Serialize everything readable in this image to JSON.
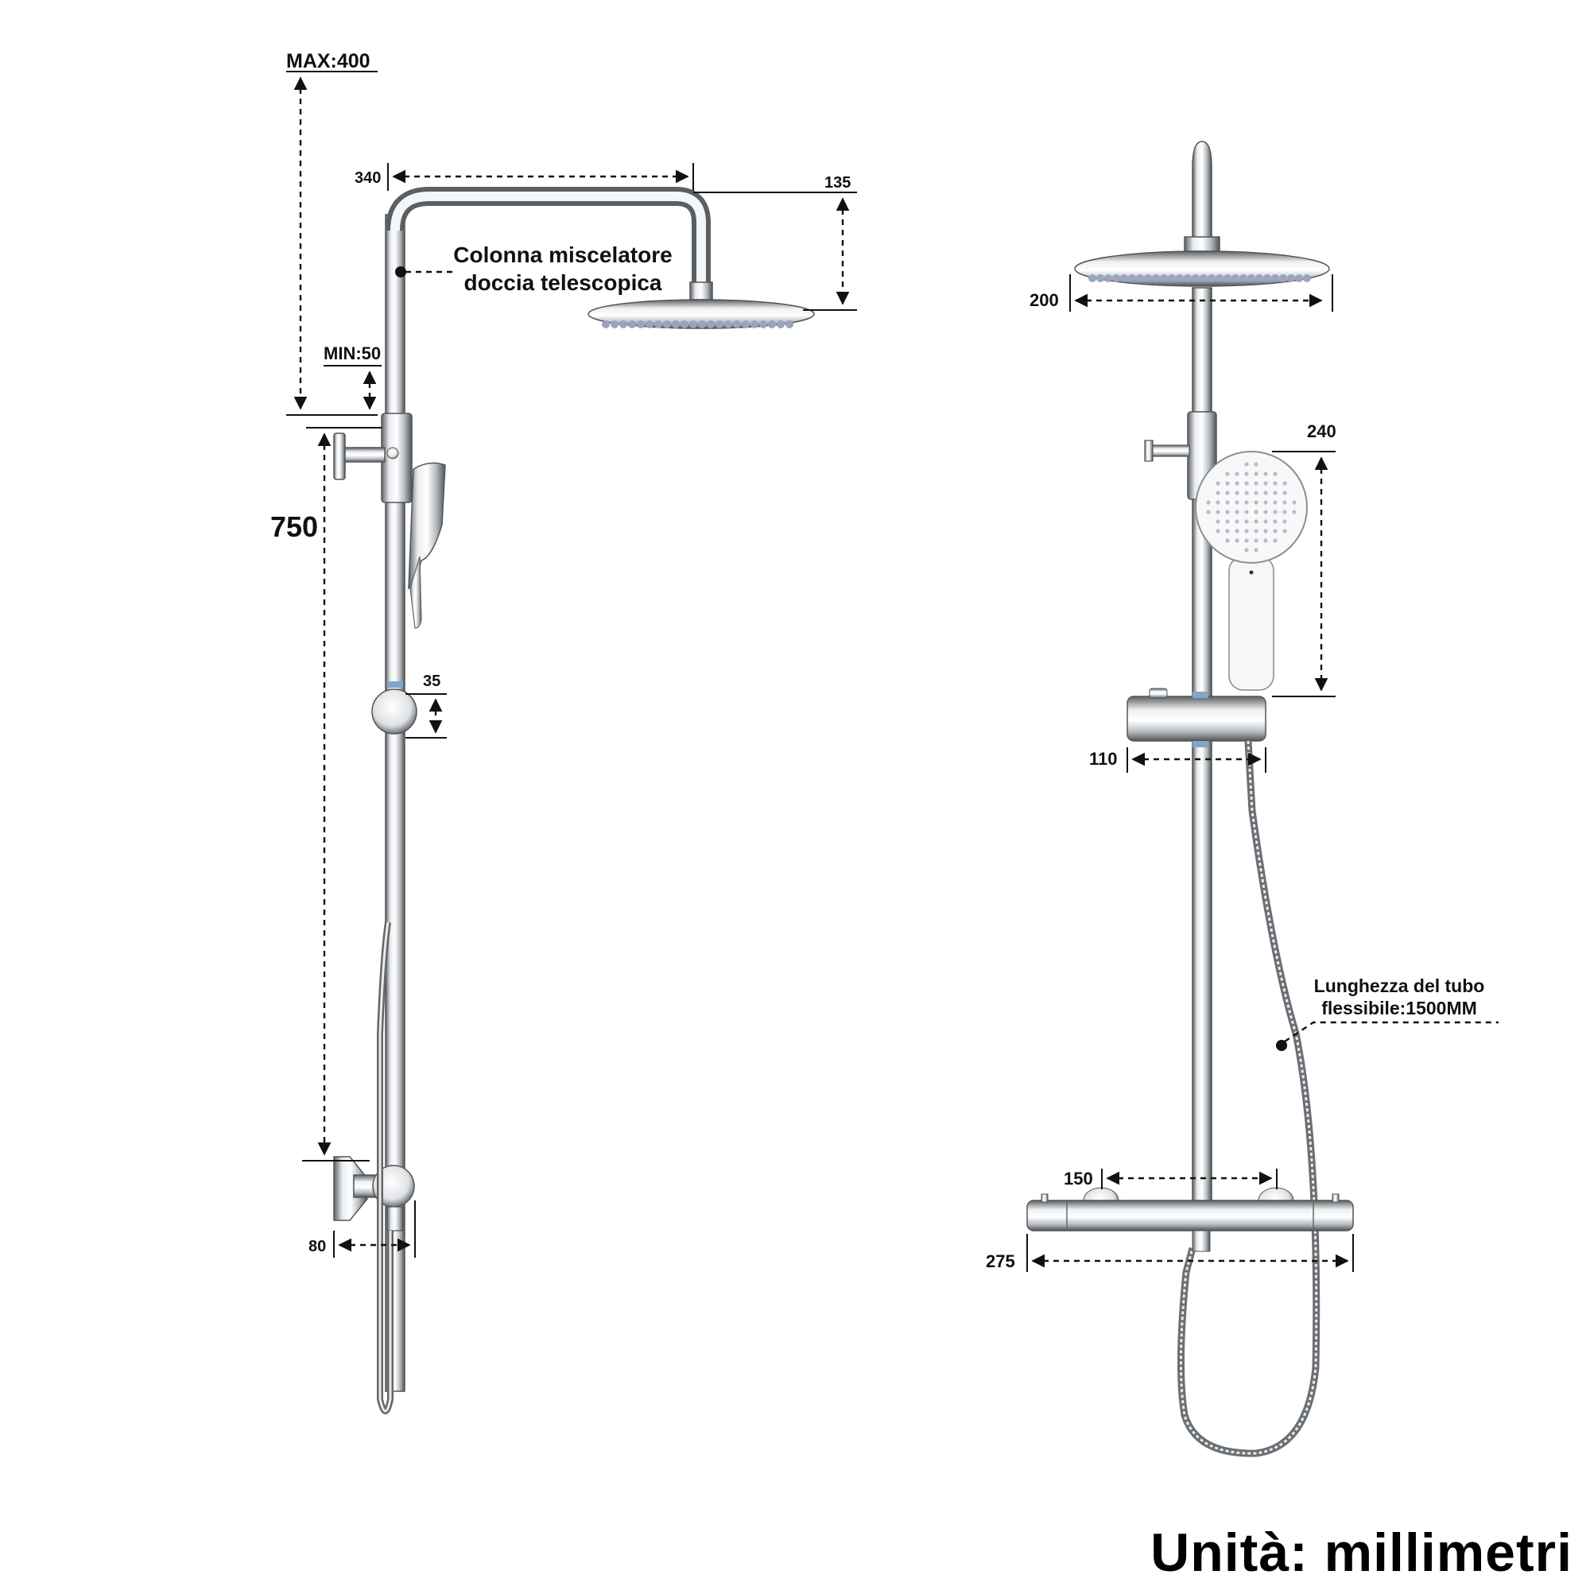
{
  "dimensions": {
    "max_height": "MAX:400",
    "arm_length": "340",
    "head_drop": "135",
    "min_height": "MIN:50",
    "bar_length": "750",
    "slider_size": "35",
    "wall_depth": "80",
    "head_diameter": "200",
    "hand_shower_length": "240",
    "holder_width": "110",
    "valve_centers": "150",
    "valve_width": "275"
  },
  "labels": {
    "column_line1": "Colonna miscelatore",
    "column_line2": "doccia telescopica",
    "hose_line1": "Lunghezza del tubo",
    "hose_line2": "flessibile:1500MM"
  },
  "units_note": "Unità: millimetri",
  "colors": {
    "chrome_dark": "#6f7479",
    "chrome_light": "#f2f4f6",
    "nozzle": "#9aa3c0",
    "line": "#111111"
  }
}
